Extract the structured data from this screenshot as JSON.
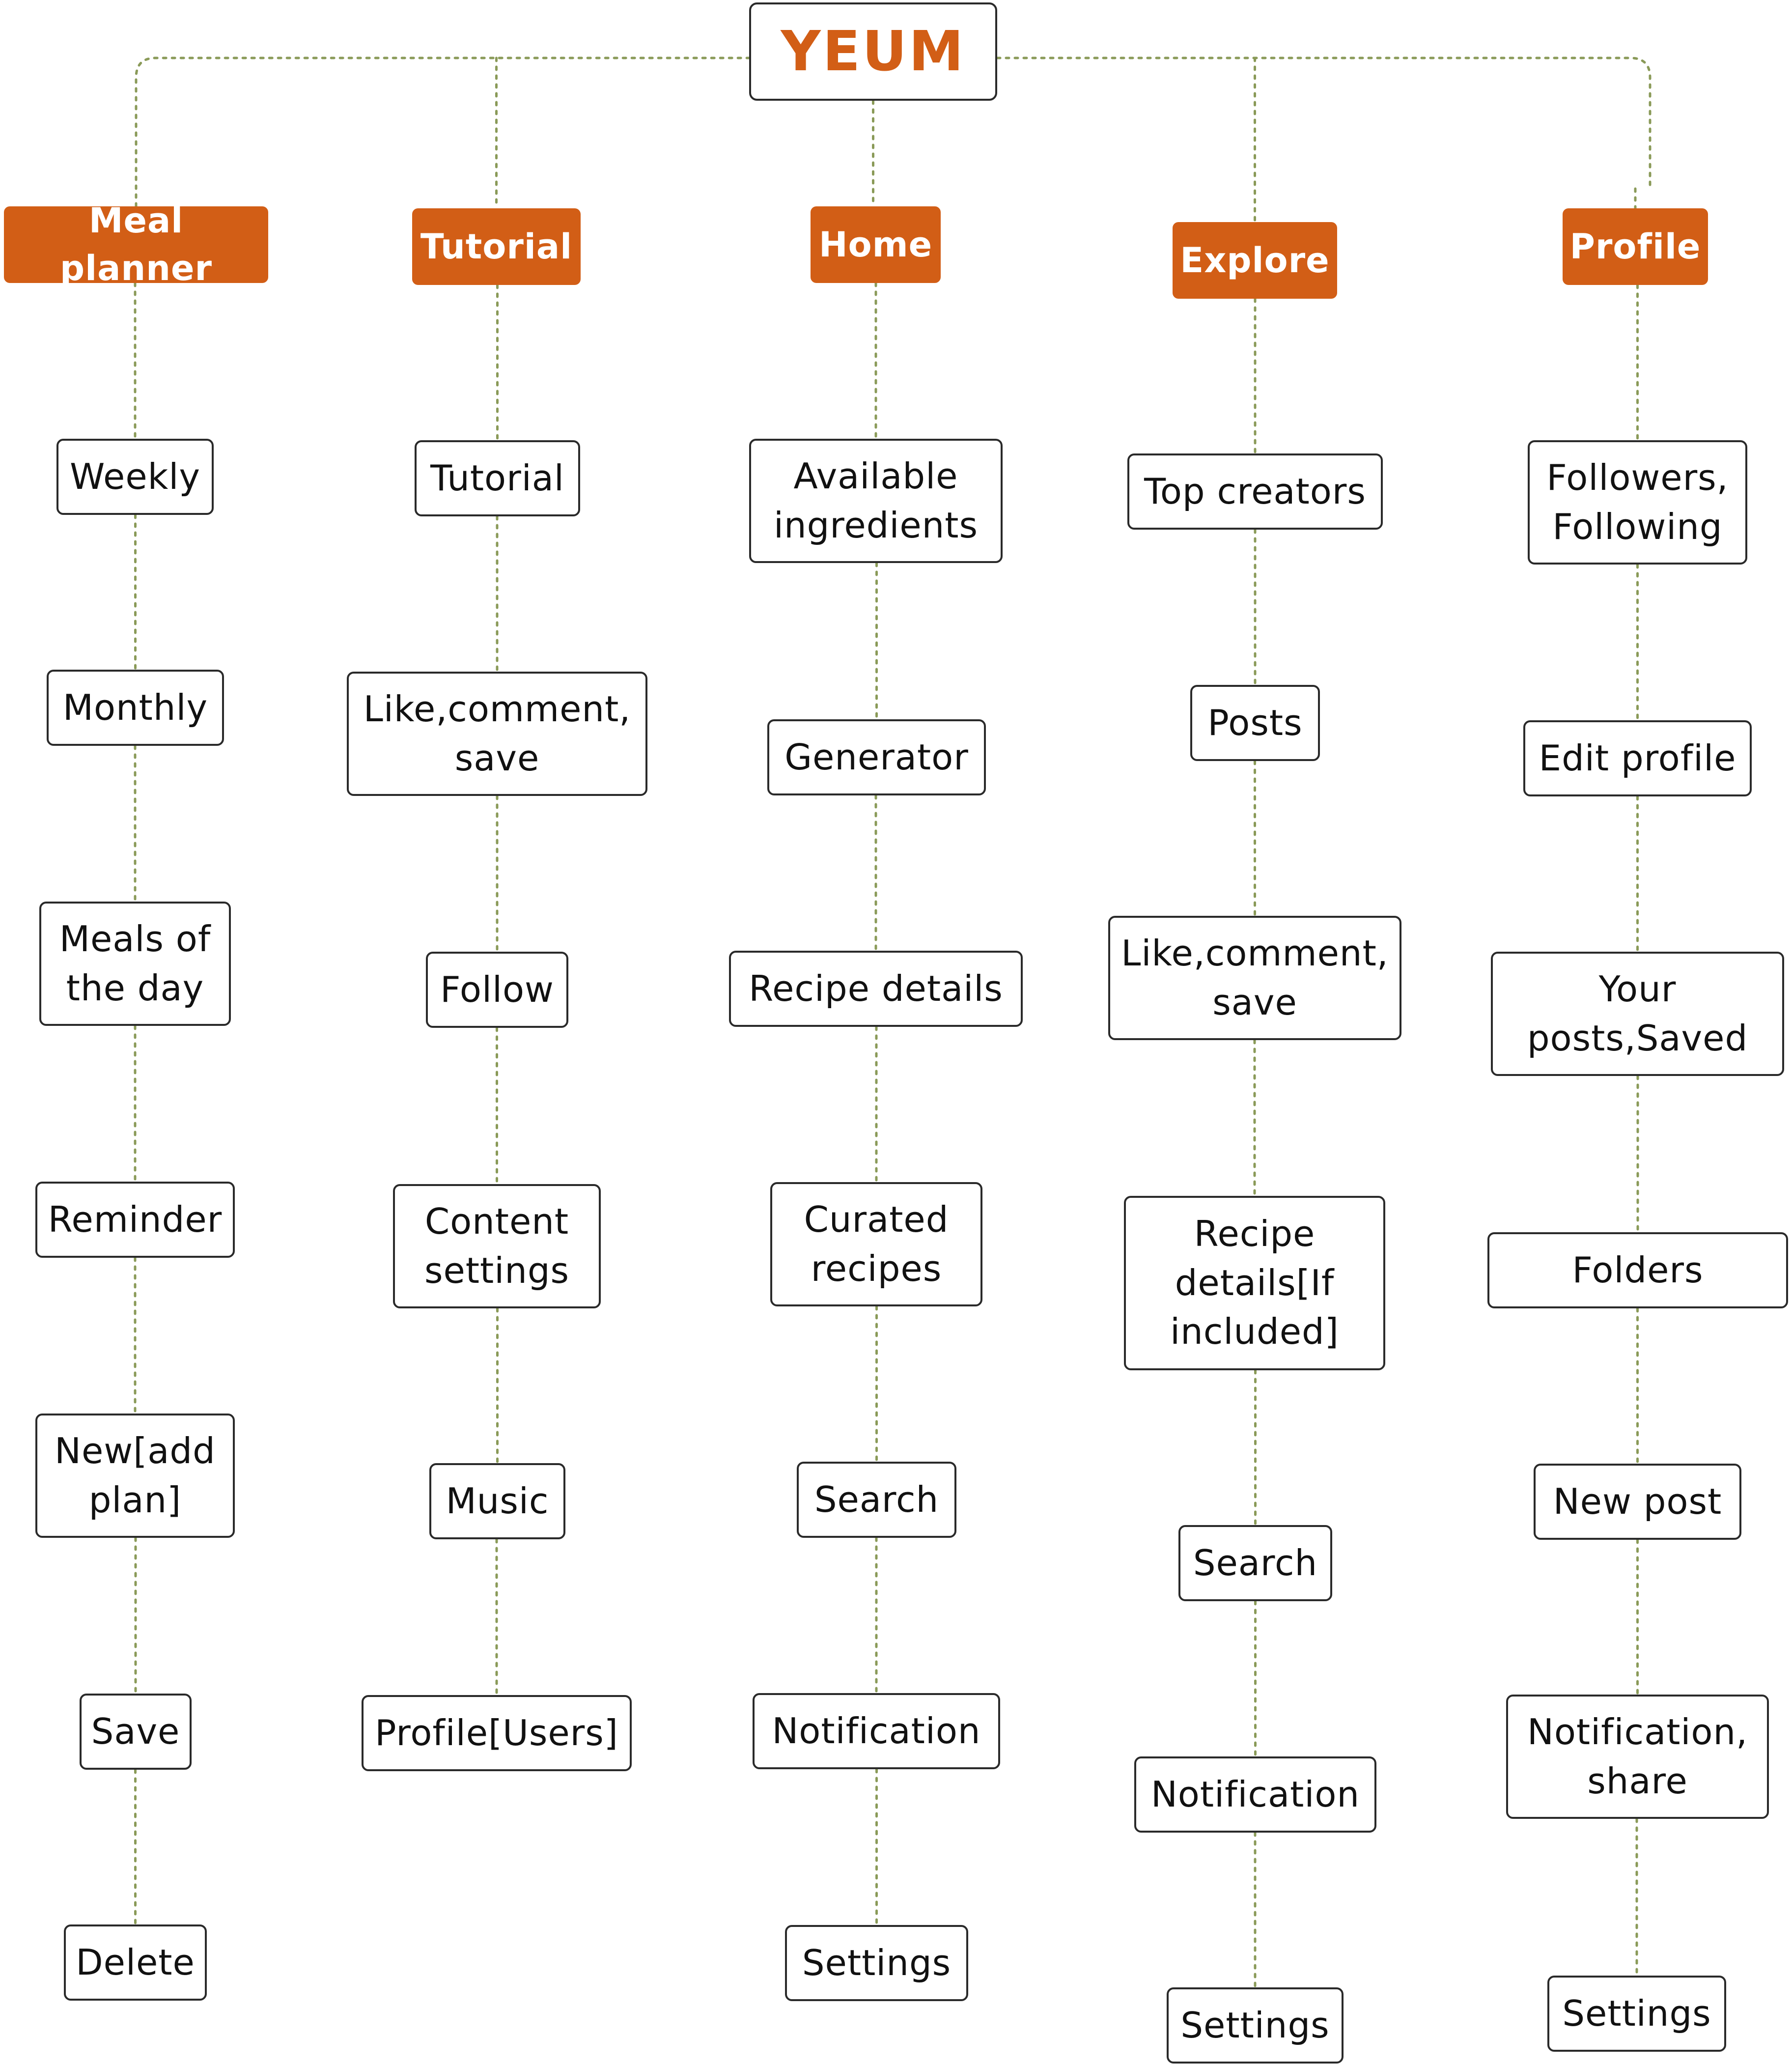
{
  "root": {
    "label": "YEUM"
  },
  "colors": {
    "accent": "#d25e16",
    "connector": "#8a9a58",
    "border": "#2a2a2a",
    "text": "#111111"
  },
  "columns": [
    {
      "label": "Meal planner",
      "items": [
        "Weekly",
        "Monthly",
        "Meals of\nthe day",
        "Reminder",
        "New[add\nplan]",
        "Save",
        "Delete"
      ]
    },
    {
      "label": "Tutorial",
      "items": [
        "Tutorial",
        "Like,comment,\nsave",
        "Follow",
        "Content\nsettings",
        "Music",
        "Profile[Users]"
      ]
    },
    {
      "label": "Home",
      "items": [
        "Available\ningredients",
        "Generator",
        "Recipe details",
        "Curated\nrecipes",
        "Search",
        "Notification",
        "Settings"
      ]
    },
    {
      "label": "Explore",
      "items": [
        "Top creators",
        "Posts",
        "Like,comment,\nsave",
        "Recipe\ndetails[If\nincluded]",
        "Search",
        "Notification",
        "Settings"
      ]
    },
    {
      "label": "Profile",
      "items": [
        "Followers,\nFollowing",
        "Edit profile",
        "Your\nposts,Saved",
        "Folders",
        "New post",
        "Notification,\nshare",
        "Settings"
      ]
    }
  ]
}
